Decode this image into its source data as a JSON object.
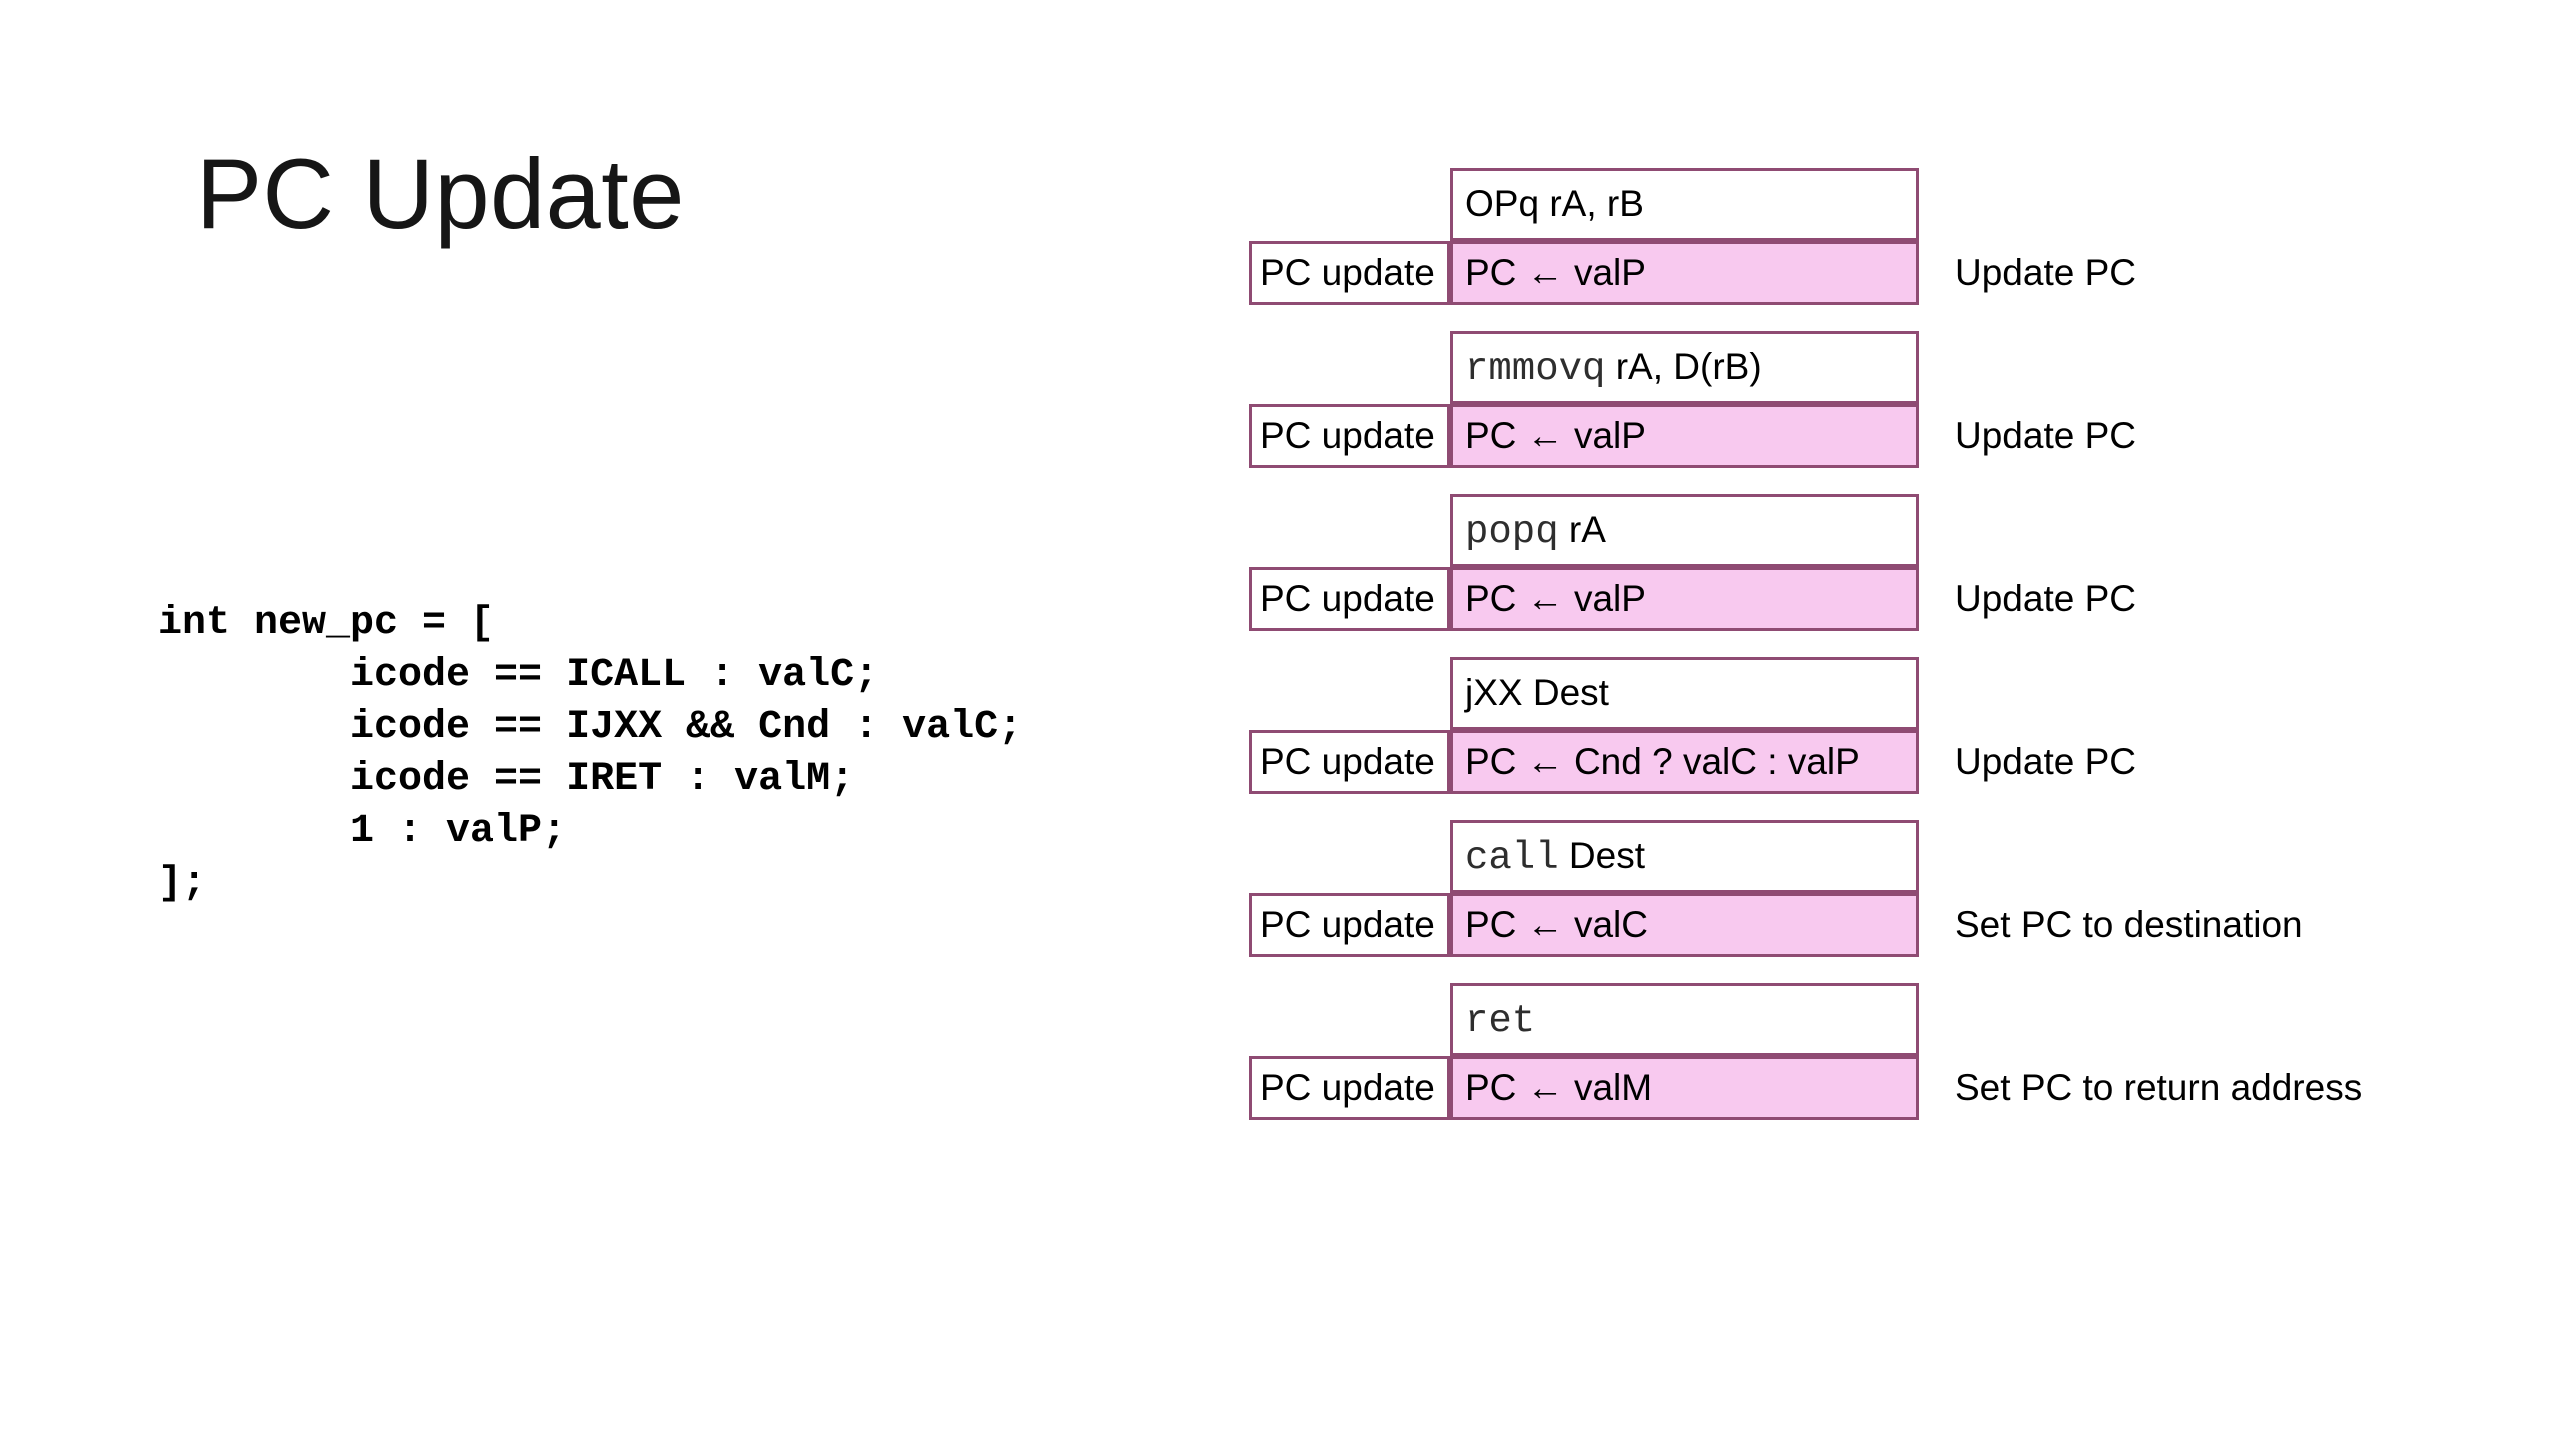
{
  "slide": {
    "title": "PC Update",
    "code": "int new_pc = [\n        icode == ICALL : valC;\n        icode == IJXX && Cnd : valC;\n        icode == IRET : valM;\n        1 : valP;\n];"
  },
  "labels": {
    "stage": "PC update"
  },
  "colors": {
    "plum": "#8f4b73",
    "pink": "#f8c9ef"
  },
  "groups": [
    {
      "instr_mono": "",
      "instr_sans": "OPq rA, rB",
      "action": "PC ← valP",
      "note": "Update PC"
    },
    {
      "instr_mono": "rmmovq",
      "instr_sans": " rA, D(rB)",
      "action": "PC ← valP",
      "note": "Update PC"
    },
    {
      "instr_mono": "popq",
      "instr_sans": " rA",
      "action": "PC ← valP",
      "note": "Update PC"
    },
    {
      "instr_mono": "",
      "instr_sans": "jXX Dest",
      "action": "PC ← Cnd ? valC : valP",
      "note": "Update PC"
    },
    {
      "instr_mono": "call",
      "instr_sans": " Dest",
      "action": "PC ← valC",
      "note": "Set PC to destination"
    },
    {
      "instr_mono": "ret",
      "instr_sans": "",
      "action": "PC ← valM",
      "note": "Set PC to return address"
    }
  ]
}
